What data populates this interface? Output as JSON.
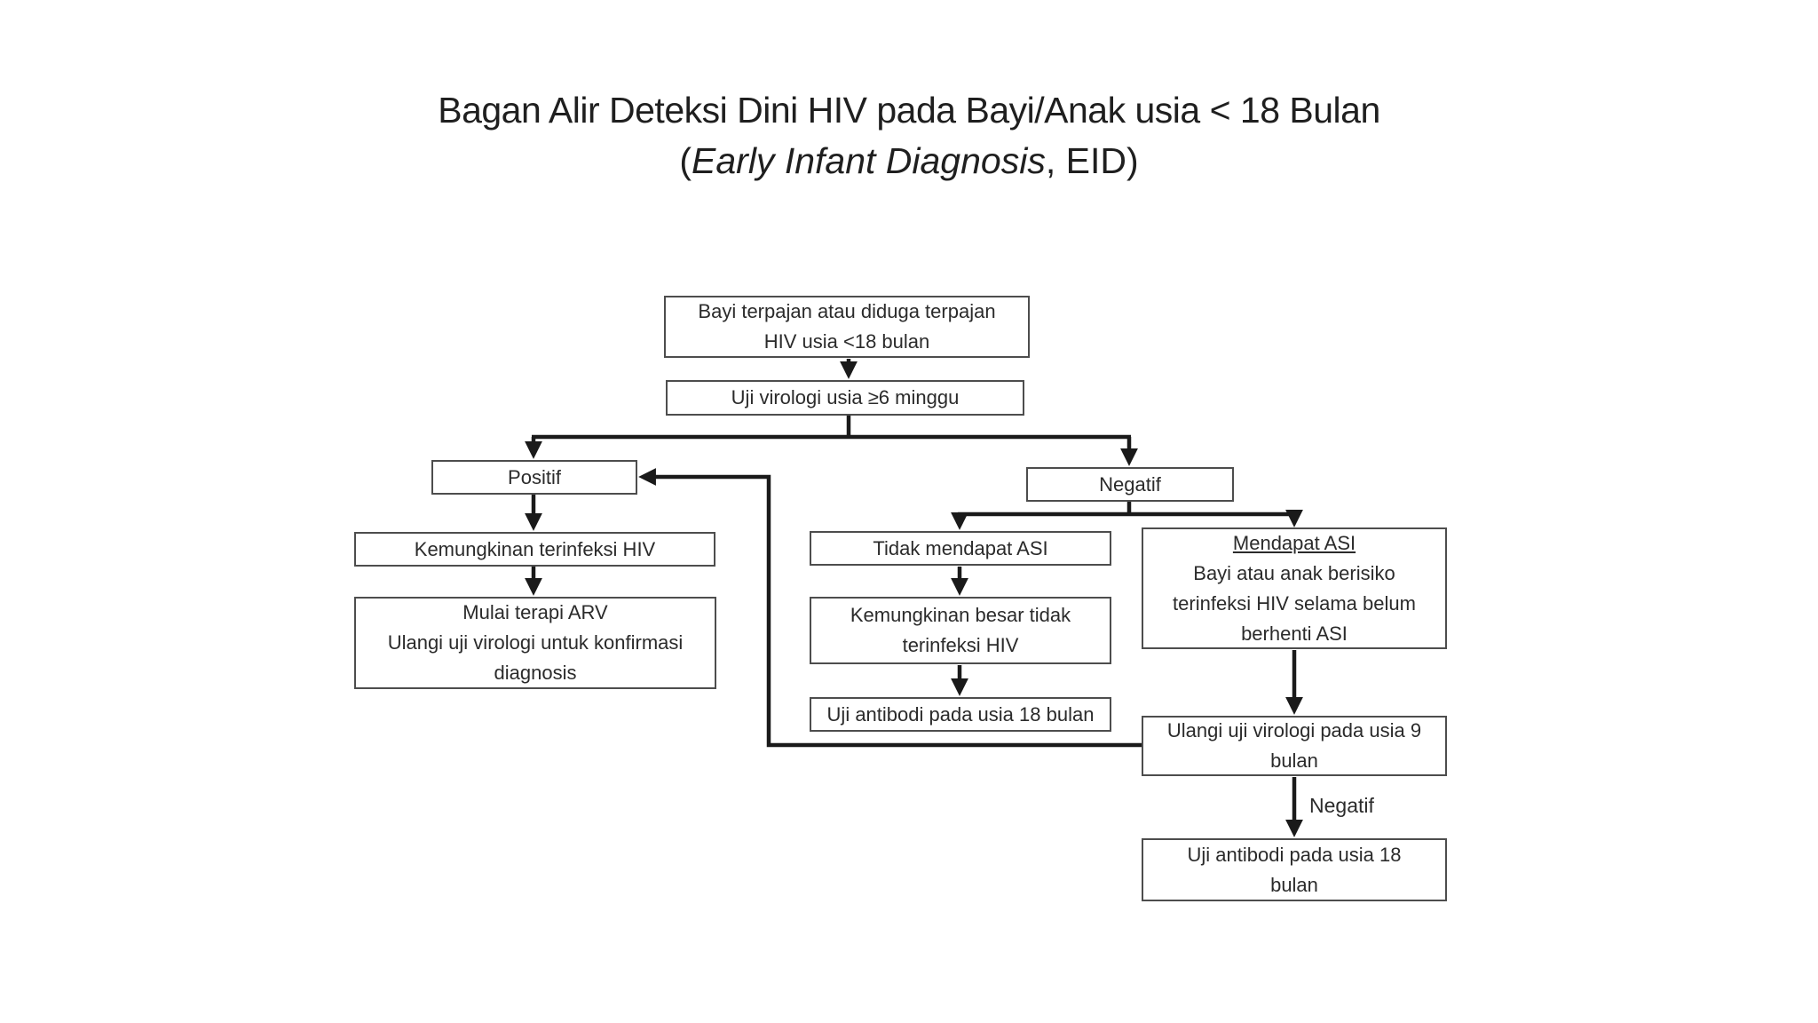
{
  "title": {
    "line1": "Bagan Alir Deteksi Dini HIV pada Bayi/Anak usia < 18 Bulan",
    "line2_open": "(",
    "line2_italic": "Early Infant Diagnosis",
    "line2_rest": ", EID)"
  },
  "flowchart": {
    "type": "flowchart",
    "nodes": [
      {
        "id": "exposed-infant",
        "lines": [
          "Bayi terpajan atau diduga terpajan",
          "HIV usia <18 bulan"
        ]
      },
      {
        "id": "virology-test",
        "lines": [
          "Uji virologi usia ≥6 minggu"
        ]
      },
      {
        "id": "positive",
        "lines": [
          "Positif"
        ]
      },
      {
        "id": "negative",
        "lines": [
          "Negatif"
        ]
      },
      {
        "id": "likely-infected",
        "lines": [
          "Kemungkinan terinfeksi HIV"
        ]
      },
      {
        "id": "start-arv",
        "lines": [
          "Mulai terapi ARV",
          "Ulangi uji virologi untuk konfirmasi",
          "diagnosis"
        ]
      },
      {
        "id": "no-breastfeeding",
        "lines": [
          "Tidak mendapat ASI"
        ]
      },
      {
        "id": "likely-not-infected",
        "lines": [
          "Kemungkinan besar tidak",
          "terinfeksi HIV"
        ]
      },
      {
        "id": "antibody-18",
        "lines": [
          "Uji antibodi pada usia 18 bulan"
        ]
      },
      {
        "id": "breastfeeding",
        "lines": [
          "Mendapat ASI",
          "Bayi atau anak berisiko",
          "terinfeksi HIV selama belum",
          "berhenti ASI"
        ]
      },
      {
        "id": "repeat-virology-9",
        "lines": [
          "Ulangi uji virologi pada usia 9",
          "bulan"
        ]
      },
      {
        "id": "antibody-18-final",
        "lines": [
          "Uji antibodi pada usia 18",
          "bulan"
        ]
      }
    ],
    "edge_labels": [
      {
        "text": "Negatif"
      }
    ],
    "colors": {
      "line": "#1a1a1a",
      "border": "#4d4d4d",
      "text": "#2b2b2b",
      "background": "#ffffff"
    }
  }
}
